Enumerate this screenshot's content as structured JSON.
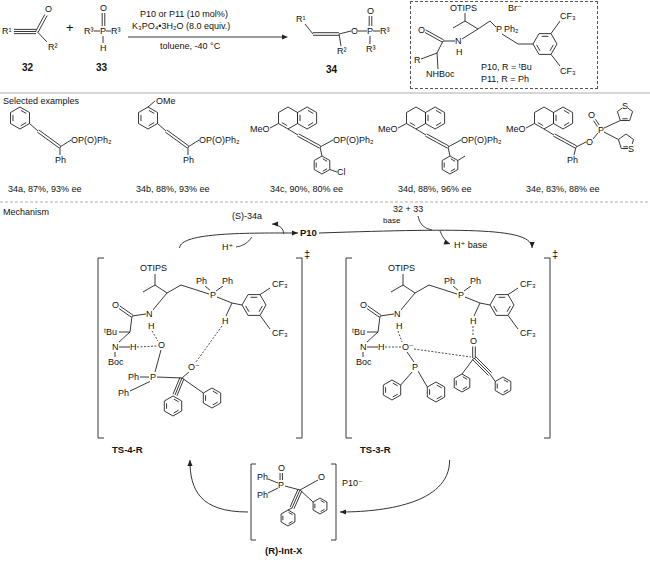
{
  "diagram": {
    "nodes": [
      {
        "text": [
          "P10, R = ᵗBu",
          "P11, R = Ph"
        ]
      },
      {
        "text": [
          "P10"
        ]
      },
      {
        "text": [
          "‡",
          "TS-4-R"
        ]
      },
      {
        "text": [
          "‡",
          "TS-3-R"
        ]
      },
      {
        "text": [
          "(R)-Int-X"
        ]
      }
    ],
    "edges": [
      {
        "from": 1,
        "to": 3,
        "arrow": "to"
      },
      {
        "from": 3,
        "to": 4,
        "arrow": "to"
      },
      {
        "from": 4,
        "to": 2,
        "arrow": "to"
      },
      {
        "from": 2,
        "to": 1,
        "arrow": "to"
      }
    ],
    "labels": [
      "R¹",
      "O",
      "R²",
      "32",
      "+",
      "O",
      "R³",
      "P",
      "R³",
      "H",
      "33",
      "P10 or P11 (10 mol%)",
      "K₃PO₄•3H₂O (8.0 equiv.)",
      "toluene, -40 °C",
      "R¹",
      "O",
      "P",
      "O",
      "R³",
      "R³",
      "R²",
      "34",
      "OTIPS",
      "Br⁻",
      "O",
      "N",
      "H",
      "P",
      "Ph₂",
      "CF₃",
      "CF₃",
      "R",
      "NHBoc",
      "Selected examples",
      "OP(O)Ph₂",
      "Ph",
      "34a, 87%, 93% ee",
      "OMe",
      "OP(O)Ph₂",
      "Ph",
      "34b, 88%, 93% ee",
      "MeO",
      "OP(O)Ph₂",
      "Cl",
      "34c, 90%, 80% ee",
      "MeO",
      "OP(O)Ph₂",
      "34d, 88%, 96% ee",
      "MeO",
      "O",
      "P",
      "S",
      "O",
      "S",
      "Ph",
      "34e, 83%, 88% ee",
      "Mechanism",
      "(S)-34a",
      "H⁺",
      "32 + 33",
      "base",
      "H⁺ base",
      "Ph",
      "O",
      "P",
      "Ph",
      "O",
      "P10⁻",
      "OTIPS",
      "O",
      "N",
      "H",
      "ᵗBu",
      "N",
      "H",
      "Boc",
      "Ph",
      "Ph",
      "P",
      "H",
      "CF₃",
      "CF₃",
      "O",
      "O⁻",
      "Ph",
      "P",
      "Ph",
      "OTIPS",
      "O",
      "N",
      "H",
      "ᵗBu",
      "N",
      "H",
      "Boc",
      "Ph",
      "Ph",
      "P",
      "H",
      "CF₃",
      "CF₃",
      "O⁻",
      "P",
      "O"
    ]
  }
}
